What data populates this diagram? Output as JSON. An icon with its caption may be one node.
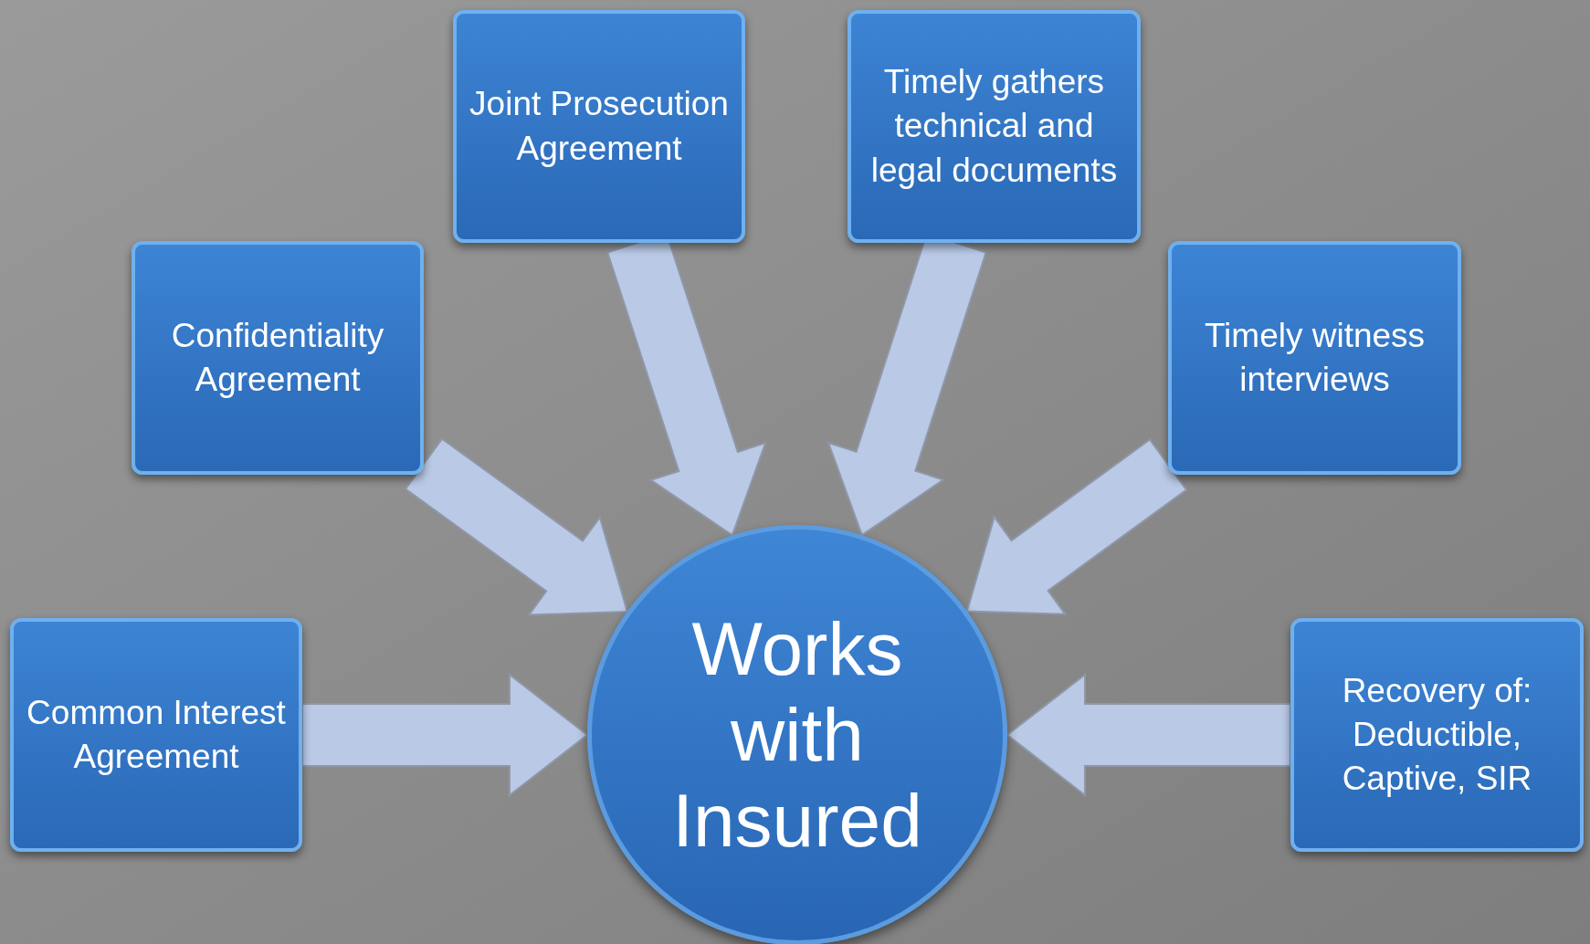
{
  "diagram": {
    "nodes": [
      {
        "text": [
          "Joint Prosecution Agreement"
        ]
      },
      {
        "text": [
          "Timely gathers technical and legal documents"
        ]
      },
      {
        "text": [
          "Confidentiality Agreement"
        ]
      },
      {
        "text": [
          "Timely witness interviews"
        ]
      },
      {
        "text": [
          "Common Interest Agreement"
        ]
      },
      {
        "text": [
          "Works with Insured"
        ]
      },
      {
        "text": [
          "Recovery of: Deductible, Captive, SIR"
        ]
      }
    ],
    "edges": [
      {
        "from": 0,
        "to": 5,
        "arrow": "to"
      },
      {
        "from": 1,
        "to": 5,
        "arrow": "to"
      },
      {
        "from": 2,
        "to": 5,
        "arrow": "to"
      },
      {
        "from": 3,
        "to": 5,
        "arrow": "to"
      },
      {
        "from": 4,
        "to": 5,
        "arrow": "to"
      },
      {
        "from": 6,
        "to": 5,
        "arrow": "to"
      }
    ]
  }
}
